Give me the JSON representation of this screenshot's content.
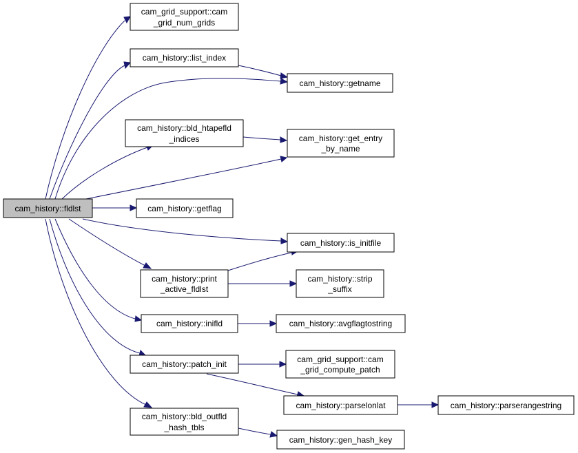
{
  "nodes": {
    "fldlst": [
      "cam_history::fldlst"
    ],
    "num_grids": [
      "cam_grid_support::cam",
      "_grid_num_grids"
    ],
    "list_index": [
      "cam_history::list_index"
    ],
    "getname": [
      "cam_history::getname"
    ],
    "bld_htapefld": [
      "cam_history::bld_htapefld",
      "_indices"
    ],
    "get_entry": [
      "cam_history::get_entry",
      "_by_name"
    ],
    "getflag": [
      "cam_history::getflag"
    ],
    "is_initfile": [
      "cam_history::is_initfile"
    ],
    "print_active": [
      "cam_history::print",
      "_active_fldlst"
    ],
    "strip_suffix": [
      "cam_history::strip",
      "_suffix"
    ],
    "inifld": [
      "cam_history::inifld"
    ],
    "avgflag": [
      "cam_history::avgflagtostring"
    ],
    "patch_init": [
      "cam_history::patch_init"
    ],
    "compute_patch": [
      "cam_grid_support::cam",
      "_grid_compute_patch"
    ],
    "parselonlat": [
      "cam_history::parselonlat"
    ],
    "parserange": [
      "cam_history::parserangestring"
    ],
    "bld_outfld": [
      "cam_history::bld_outfld",
      "_hash_tbls"
    ],
    "gen_hash_key": [
      "cam_history::gen_hash_key"
    ]
  },
  "edges": [
    [
      "fldlst",
      "num_grids"
    ],
    [
      "fldlst",
      "list_index"
    ],
    [
      "fldlst",
      "getname"
    ],
    [
      "fldlst",
      "bld_htapefld"
    ],
    [
      "fldlst",
      "get_entry"
    ],
    [
      "fldlst",
      "getflag"
    ],
    [
      "fldlst",
      "is_initfile"
    ],
    [
      "fldlst",
      "print_active"
    ],
    [
      "fldlst",
      "inifld"
    ],
    [
      "fldlst",
      "patch_init"
    ],
    [
      "fldlst",
      "bld_outfld"
    ],
    [
      "list_index",
      "getname"
    ],
    [
      "bld_htapefld",
      "get_entry"
    ],
    [
      "print_active",
      "is_initfile"
    ],
    [
      "print_active",
      "strip_suffix"
    ],
    [
      "inifld",
      "avgflag"
    ],
    [
      "patch_init",
      "compute_patch"
    ],
    [
      "patch_init",
      "parselonlat"
    ],
    [
      "parselonlat",
      "parserange"
    ],
    [
      "bld_outfld",
      "gen_hash_key"
    ]
  ],
  "colors": {
    "edge": "#191970",
    "root_fill": "#bfbfbf",
    "node_fill": "#ffffff",
    "border": "#000000"
  }
}
